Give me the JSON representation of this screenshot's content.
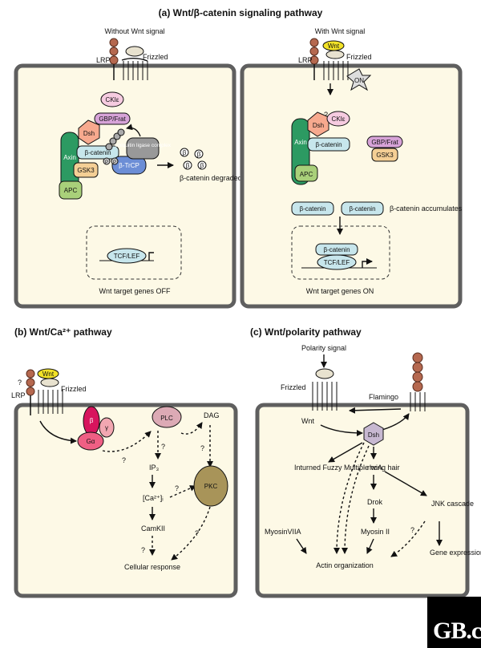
{
  "panels": {
    "a": {
      "title": "(a) Wnt/β-catenin signaling pathway",
      "left": {
        "header": "Without Wnt signal",
        "lrp": "LRP",
        "frizzled": "Frizzled",
        "ckie": "CKIε",
        "gbp": "GBP/Frat",
        "dsh": "Dsh",
        "axin": "Axin",
        "bcat": "β-catenin",
        "gsk3": "GSK3",
        "apc": "APC",
        "btrcp": "β-TrCP",
        "ub": "Ubiquitin ligase complex",
        "p": "P",
        "beta": "β",
        "degraded": "β-catenin degraded",
        "tcf": "TCF/LEF",
        "genes": "Wnt target genes OFF"
      },
      "right": {
        "header": "With Wnt signal",
        "wnt": "Wnt",
        "lrp": "LRP",
        "frizzled": "Frizzled",
        "on": "ON",
        "q": "?",
        "ckie": "CKIε",
        "dsh": "Dsh",
        "axin": "Axin",
        "bcat": "β-catenin",
        "apc": "APC",
        "gbp": "GBP/Frat",
        "gsk3": "GSK3",
        "accum": "β-catenin accumulates",
        "tcf": "TCF/LEF",
        "genes": "Wnt target genes ON"
      }
    },
    "b": {
      "title": "(b) Wnt/Ca²⁺ pathway",
      "wnt": "Wnt",
      "lrp": "LRP",
      "frizzled": "Frizzled",
      "q": "?",
      "beta": "β",
      "gamma": "γ",
      "galpha": "Gα",
      "plc": "PLC",
      "dag": "DAG",
      "ip3": "IP₃",
      "ca": "[Ca²⁺]ᵢ",
      "pkc": "PKC",
      "camkii": "CamKII",
      "response": "Cellular response"
    },
    "c": {
      "title": "(c) Wnt/polarity pathway",
      "signal": "Polarity signal",
      "frizzled": "Frizzled",
      "flamingo": "Flamingo",
      "wnt": "Wnt",
      "dsh": "Dsh",
      "genes_list": "Inturned Fuzzy Multiple wing hair",
      "rhoa": "rhoA",
      "drok": "Drok",
      "jnk": "JNK cascade",
      "myosin7": "MyosinVIIA",
      "myosin2": "Myosin II",
      "gene_exp": "Gene expression",
      "actin": "Actin organization",
      "q": "?"
    }
  },
  "logo": "GB.c",
  "colors": {
    "cell": "#fdf9e6",
    "membrane": "#5f5f5f",
    "lrp": "#b5684f",
    "wnt": "#f2e227"
  }
}
